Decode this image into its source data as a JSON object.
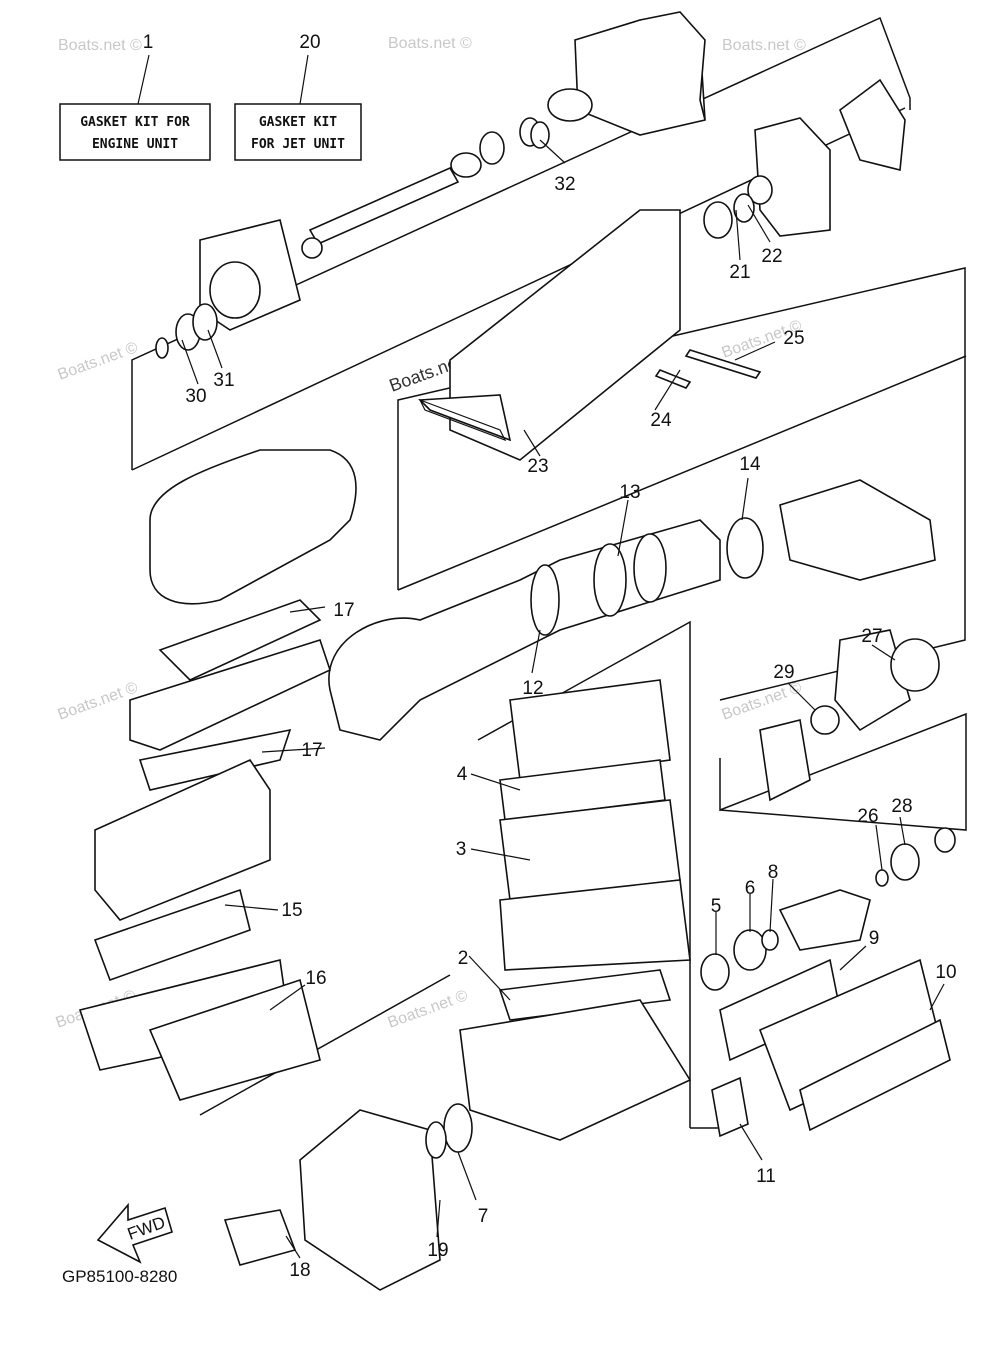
{
  "diagram_code": "GP85100-8280",
  "watermark": "Boats.net ©",
  "fwd_label": "FWD",
  "kit_boxes": [
    {
      "number": "1",
      "line1": "GASKET KIT FOR",
      "line2": "ENGINE UNIT"
    },
    {
      "number": "20",
      "line1": "GASKET KIT",
      "line2": "FOR JET UNIT"
    }
  ],
  "callouts": [
    "2",
    "3",
    "4",
    "5",
    "6",
    "7",
    "8",
    "9",
    "10",
    "11",
    "12",
    "13",
    "14",
    "15",
    "16",
    "17",
    "17",
    "18",
    "19",
    "21",
    "22",
    "23",
    "24",
    "25",
    "26",
    "27",
    "28",
    "29",
    "30",
    "31",
    "32"
  ]
}
